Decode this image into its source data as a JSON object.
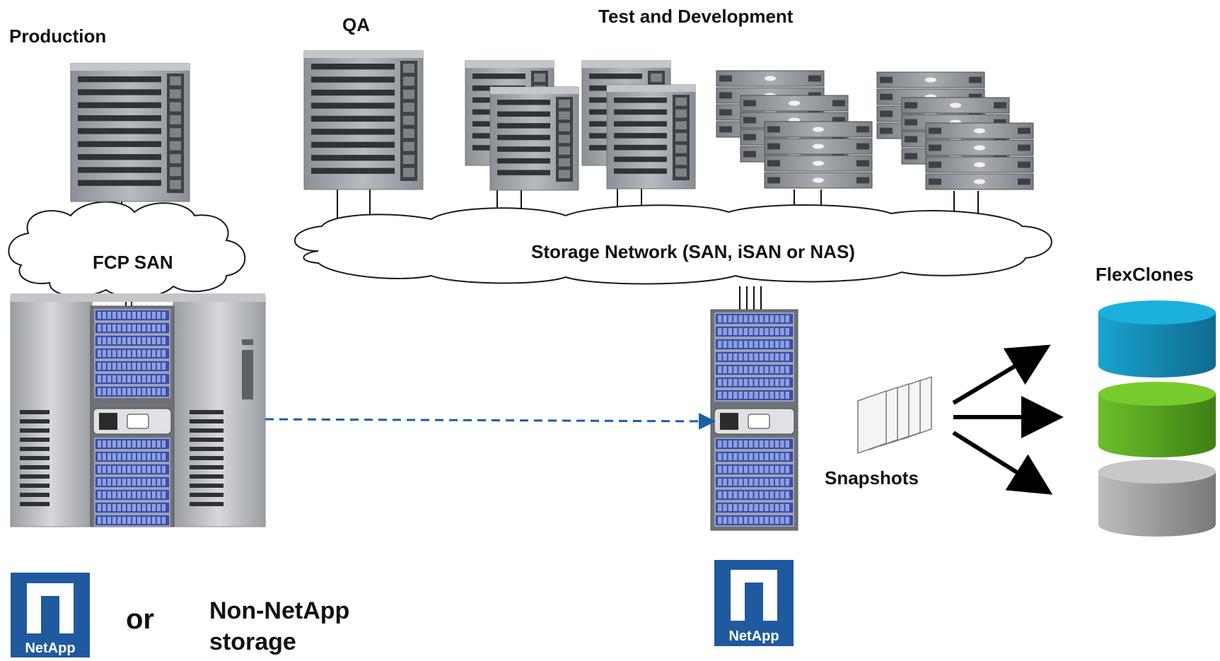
{
  "labels": {
    "production": "Production",
    "qa": "QA",
    "test_dev": "Test and Development",
    "fcp_san": "FCP SAN",
    "storage_network": "Storage Network (SAN, iSAN or NAS)",
    "flexclones": "FlexClones",
    "snapshots": "Snapshots",
    "or": "or",
    "non_netapp_line1": "Non-NetApp",
    "non_netapp_line2": "storage"
  },
  "logos": {
    "left_netapp": "NetApp",
    "right_netapp": "NetApp"
  },
  "icons": {
    "tower-server": "rack tower server",
    "rack-unit-server": "1U rack server stack",
    "storage-array": "NetApp storage array",
    "cloud": "network cloud",
    "snapshot-stack": "stacked snapshot pages",
    "clone-cylinder": "database volume cylinder"
  },
  "colors": {
    "flexclone_1": "#1b8fb8",
    "flexclone_2": "#5aa521",
    "flexclone_3": "#9a9a9a",
    "replication_arrow": "#1a5fa8",
    "netapp_blue": "#1f5a9e",
    "drive_blue": "#3a4fa8"
  }
}
